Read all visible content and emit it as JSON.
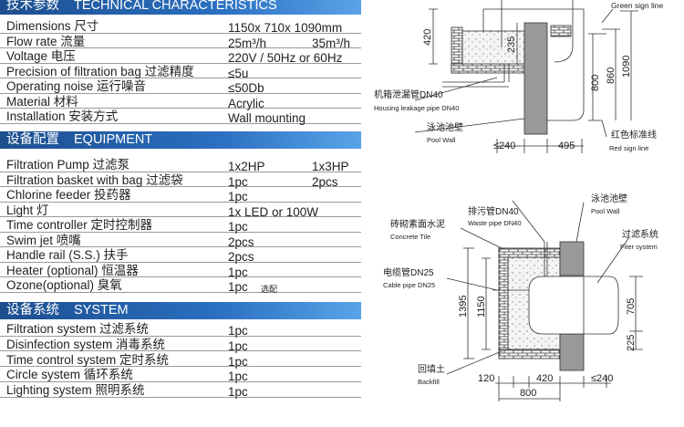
{
  "technical": {
    "title_cn": "技术参数",
    "title_en": "TECHNICAL CHARACTERISTICS",
    "rows": [
      {
        "k": "Dimensions 尺寸",
        "v": "1150x 710x 1090mm",
        "v2": ""
      },
      {
        "k": "Flow rate 流量",
        "v": "25m³/h",
        "v2": "35m³/h"
      },
      {
        "k": "Voltage 电压",
        "v": "220V / 50Hz  or 60Hz",
        "v2": ""
      },
      {
        "k": "Precision of filtration bag 过滤精度",
        "v": "≤5u",
        "v2": ""
      },
      {
        "k": "Operating noise 运行噪音",
        "v": "≤50Db",
        "v2": ""
      },
      {
        "k": "Material  材料",
        "v": "Acrylic",
        "v2": ""
      },
      {
        "k": "Installation 安装方式",
        "v": "Wall mounting",
        "v2": ""
      }
    ]
  },
  "equipment": {
    "title_cn": "设备配置",
    "title_en": "EQUIPMENT",
    "rows": [
      {
        "k": "Filtration Pump 过滤泵",
        "v": "1x2HP",
        "v2": "1x3HP"
      },
      {
        "k": "Filtration basket with bag 过滤袋",
        "v": "1pc",
        "v2": "2pcs"
      },
      {
        "k": "Chlorine feeder  投药器",
        "v": "1pc",
        "v2": ""
      },
      {
        "k": "Light 灯",
        "v": "1x LED or 100W",
        "v2": ""
      },
      {
        "k": "Time controller 定时控制器",
        "v": "1pc",
        "v2": ""
      },
      {
        "k": "Swim jet 喷嘴",
        "v": "2pcs",
        "v2": ""
      },
      {
        "k": "Handle rail (S.S.) 扶手",
        "v": "2pcs",
        "v2": ""
      },
      {
        "k": "Heater (optional) 恒温器",
        "v": "1pc",
        "v2": ""
      },
      {
        "k": "Ozone(optional) 臭氧",
        "v": "1pc",
        "v2": "",
        "note": "选配"
      }
    ]
  },
  "system": {
    "title_cn": "设备系统",
    "title_en": "SYSTEM",
    "rows": [
      {
        "k": "Filtration system 过滤系统",
        "v": "1pc"
      },
      {
        "k": "Disinfection system 消毒系统",
        "v": "1pc"
      },
      {
        "k": "Time control system 定时系统",
        "v": "1pc"
      },
      {
        "k": "Circle system 循环系统",
        "v": "1pc"
      },
      {
        "k": "Lighting system 照明系统",
        "v": "1pc"
      }
    ]
  },
  "diagram_top": {
    "green_sign": "Green sign line",
    "leak_cn": "机箱泄漏管DN40",
    "leak_en": "Housing leakage pipe DN40",
    "wall_cn": "泳池池壁",
    "wall_en": "Pool Wall",
    "red_cn": "红色标准线",
    "red_en": "Red sign line",
    "d420": "420",
    "d235": "235",
    "d800": "800",
    "d860": "860",
    "d1090": "1090",
    "d240": "≤240",
    "d495": "495"
  },
  "diagram_bottom": {
    "waste_cn": "排污管DN40",
    "waste_en": "Waste pipe DN40",
    "wall_cn": "泳池池壁",
    "wall_en": "Pool Wall",
    "tile_cn": "砖砌素面水泥",
    "tile_en": "Concrete Tile",
    "filter_cn": "过滤系统",
    "filter_en": "Fiter system",
    "cable_cn": "电缆管DN25",
    "cable_en": "Cable pipe DN25",
    "backfill_cn": "回填土",
    "backfill_en": "Backfill",
    "d1395": "1395",
    "d1150": "1150",
    "d705": "705",
    "d225": "225",
    "d120": "120",
    "d420": "420",
    "d240": "≤240",
    "d800": "800"
  }
}
